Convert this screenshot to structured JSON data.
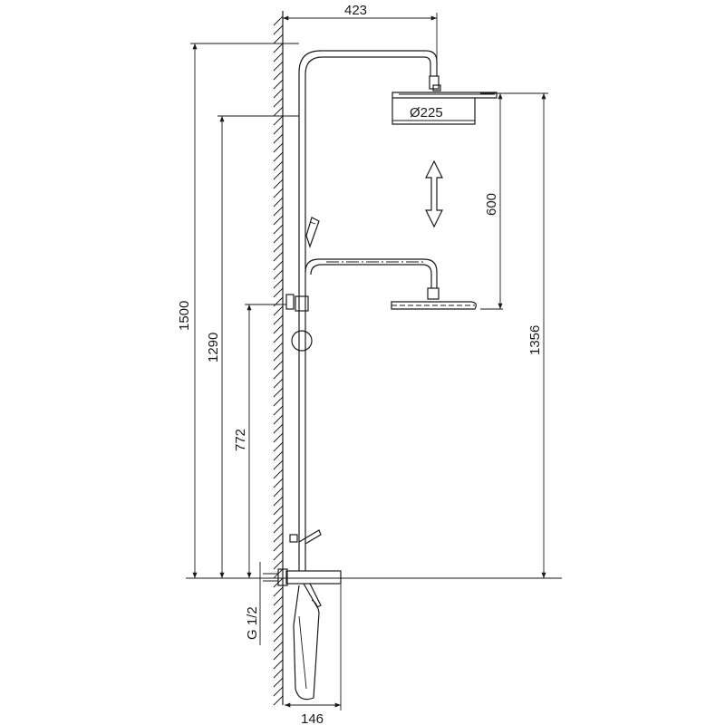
{
  "dimensions": {
    "top_width": "423",
    "shower_head_diameter": "Ø225",
    "height_adjust": "600",
    "total_height": "1500",
    "height_1356": "1356",
    "height_1290": "1290",
    "height_772": "772",
    "connection": "G 1/2",
    "bottom_width": "146"
  },
  "colors": {
    "stroke": "#1a1a1a",
    "background": "#ffffff"
  }
}
